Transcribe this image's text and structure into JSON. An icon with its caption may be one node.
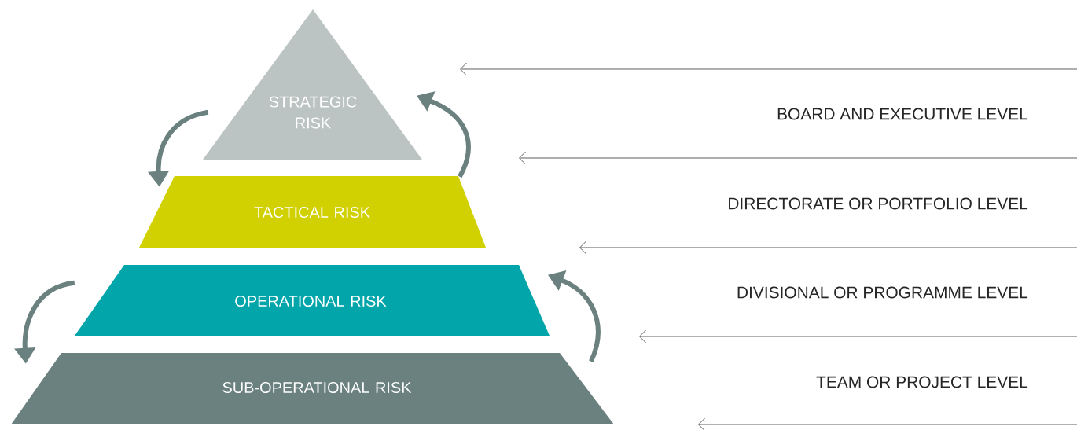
{
  "diagram": {
    "nodes": [
      {
        "text": [
          "STRATEGIC RISK"
        ]
      },
      {
        "text": [
          "TACTICAL RISK"
        ]
      },
      {
        "text": [
          "OPERATIONAL RISK"
        ]
      },
      {
        "text": [
          "SUB-OPERATIONAL RISK"
        ]
      }
    ],
    "edges": [
      {
        "from": 0,
        "to": 1,
        "arrow": "to"
      },
      {
        "from": 1,
        "to": 0,
        "arrow": "to"
      },
      {
        "from": 2,
        "to": 3,
        "arrow": "to"
      },
      {
        "from": 3,
        "to": 2,
        "arrow": "to"
      }
    ],
    "labels": [
      "BOARD AND EXECUTIVE LEVEL",
      "DIRECTORATE OR PORTFOLIO LEVEL",
      "DIVISIONAL OR PROGRAMME LEVEL",
      "TEAM OR PROJECT LEVEL"
    ]
  }
}
